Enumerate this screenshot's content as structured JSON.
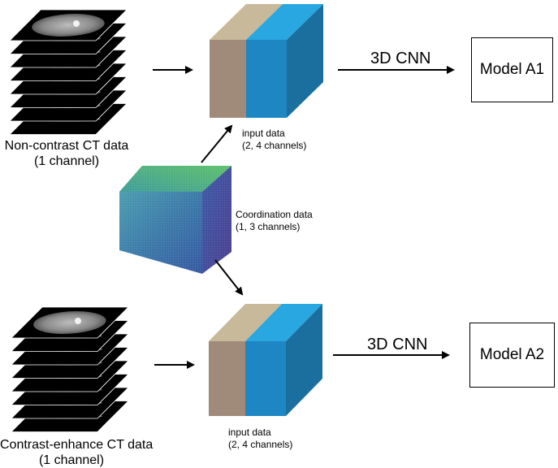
{
  "stacks": {
    "top": {
      "caption_line1": "Non-contrast CT data",
      "caption_line2": "(1 channel)"
    },
    "bottom": {
      "caption_line1": "Contrast-enhance CT data",
      "caption_line2": "(1 channel)"
    }
  },
  "coordination": {
    "label_line1": "Coordination data",
    "label_line2": "(1, 3 channels)"
  },
  "input_top": {
    "label_line1": "input data",
    "label_line2": "(2, 4 channels)"
  },
  "input_bottom": {
    "label_line1": "input data",
    "label_line2": "(2, 4 channels)"
  },
  "cnn_top": "3D CNN",
  "cnn_bottom": "3D CNN",
  "model_top": "Model A1",
  "model_bottom": "Model A2",
  "colors": {
    "ct_slice_bg": "#000000",
    "input_front_left": "#a08a7a",
    "input_top_left": "#c8b99a",
    "input_front_right": "#1f86c4",
    "input_top_right": "#29a7e0",
    "input_side": "#1b6f9f",
    "coord_front": "#3f82a8",
    "coord_top": "#4ab87a",
    "coord_side": "#3554a0"
  }
}
